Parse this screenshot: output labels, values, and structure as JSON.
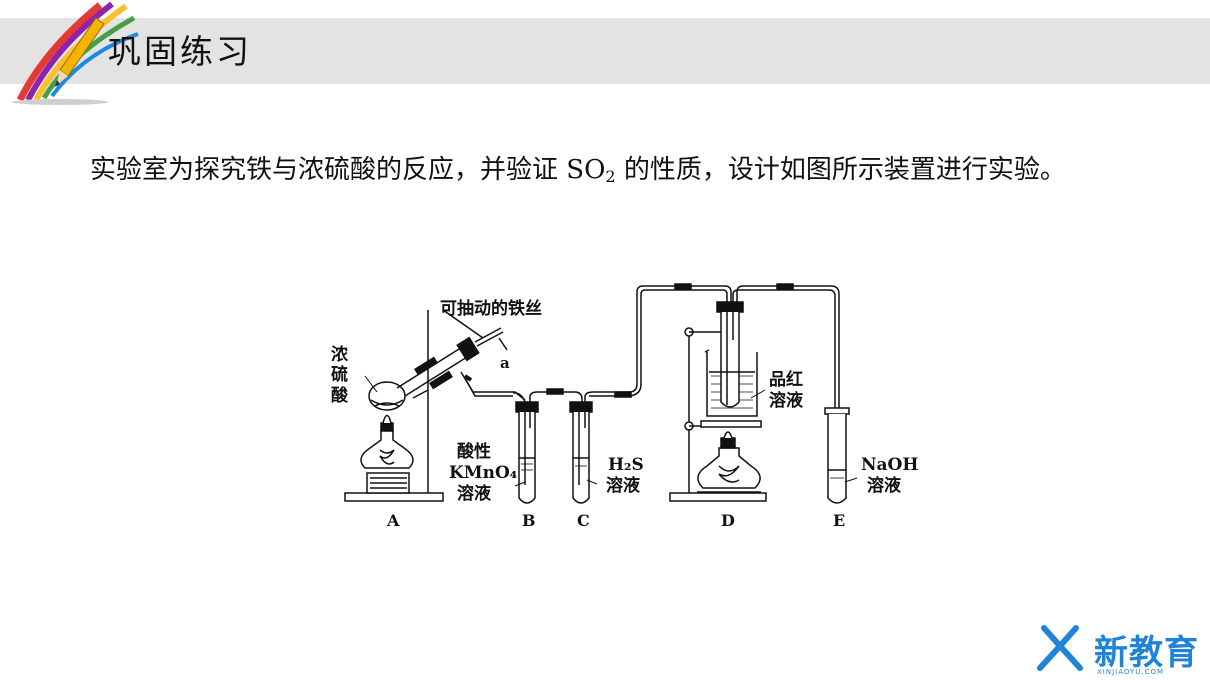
{
  "header": {
    "title": "巩固练习"
  },
  "problem": {
    "text_before": "实验室为探究铁与浓硫酸的反应，并验证 SO",
    "subscript": "2",
    "text_after": " 的性质，设计如图所示装置进行实验。"
  },
  "figure": {
    "wire_label": "可抽动的铁丝",
    "point_label": "a",
    "acid_label": [
      "浓",
      "硫",
      "酸"
    ],
    "kmno4_label": [
      "酸性",
      "KMnO₄",
      "溶液"
    ],
    "h2s_label": [
      "H₂S",
      "溶液"
    ],
    "pinhong_label": [
      "品红",
      "溶液"
    ],
    "naoh_label": [
      "NaOH",
      "溶液"
    ],
    "apparatus_letters": [
      "A",
      "B",
      "C",
      "D",
      "E"
    ]
  },
  "brand": {
    "name": "新教育",
    "sub": "XINJIAOYU.COM"
  },
  "colors": {
    "header_band": "#e3e3e3",
    "brand_blue": "#1f84d8"
  }
}
